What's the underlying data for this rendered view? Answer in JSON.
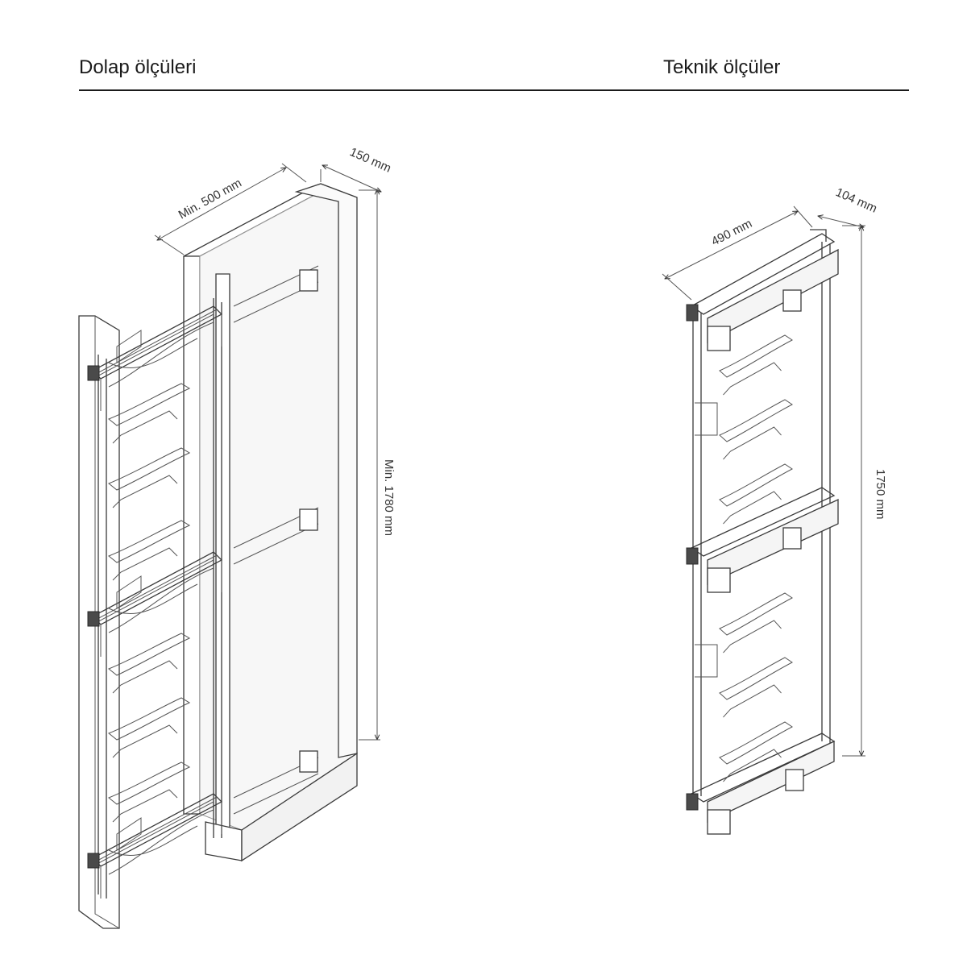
{
  "headings": {
    "left": "Dolap ölçüleri",
    "right": "Teknik ölçüler"
  },
  "left_drawing": {
    "width_label": "Min. 500 mm",
    "depth_label": "150 mm",
    "height_label": "Min. 1780 mm"
  },
  "right_drawing": {
    "width_label": "490 mm",
    "depth_label": "104 mm",
    "height_label": "1750 mm"
  }
}
